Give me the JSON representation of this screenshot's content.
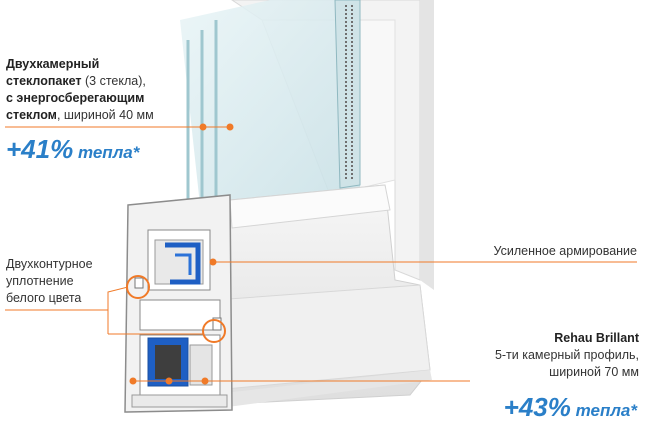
{
  "callouts": {
    "glass": {
      "line1_bold": "Двухкамерный",
      "line2_bold": "стеклопакет",
      "line2_rest": " (3 стекла),",
      "line3_bold": "с энергосберегающим",
      "line4_bold": "стеклом",
      "line4_rest": ", шириной 40 мм",
      "bonus_num": "+41%",
      "bonus_word": " тепла*"
    },
    "reinforcement": {
      "label": "Усиленное армирование"
    },
    "seal": {
      "line1": "Двухконтурное",
      "line2": "уплотнение",
      "line3": "белого цвета"
    },
    "profile": {
      "title": "Rehau Brillant",
      "line1": "5-ти камерный профиль,",
      "line2": "шириной 70 мм",
      "bonus_num": "+43%",
      "bonus_word": " тепла*"
    }
  },
  "colors": {
    "accent_orange": "#f07a28",
    "accent_blue": "#2a7fc8",
    "reinforcement_blue": "#1e5fc4",
    "glass_tint": "#cfe6ea"
  }
}
